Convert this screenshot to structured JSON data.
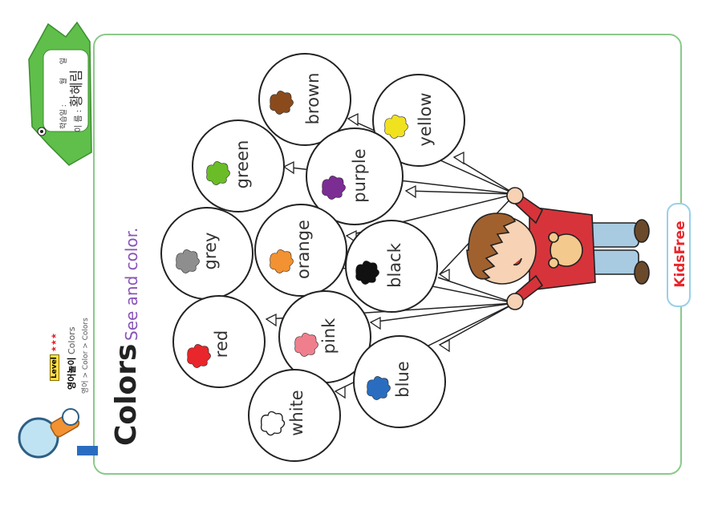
{
  "header": {
    "title": "Colors",
    "instruction": "See and color.",
    "level_badge": "Level",
    "stars": "★★★",
    "category_kr": "영어놀이",
    "category_en": "Colors",
    "breadcrumb": "영어 > Color > Colors"
  },
  "name_tag": {
    "date_label": "학습일 :",
    "month_label": "월",
    "day_label": "일",
    "name_label": "이   름 :",
    "name_value": "황혜림"
  },
  "balloons": [
    {
      "label": "white",
      "color": "#ffffff"
    },
    {
      "label": "red",
      "color": "#e8262b"
    },
    {
      "label": "pink",
      "color": "#f07f8d"
    },
    {
      "label": "blue",
      "color": "#2a6dc0"
    },
    {
      "label": "grey",
      "color": "#8e8e8e"
    },
    {
      "label": "orange",
      "color": "#f29232"
    },
    {
      "label": "black",
      "color": "#111111"
    },
    {
      "label": "green",
      "color": "#6bbd27"
    },
    {
      "label": "purple",
      "color": "#7b2d93"
    },
    {
      "label": "brown",
      "color": "#8b4a1c"
    },
    {
      "label": "yellow",
      "color": "#f1e21f"
    }
  ],
  "brand": "KidsFree",
  "colors": {
    "frame": "#8cc98a",
    "accent_purple": "#8a55b8",
    "crocodile": "#5fbf4a"
  }
}
